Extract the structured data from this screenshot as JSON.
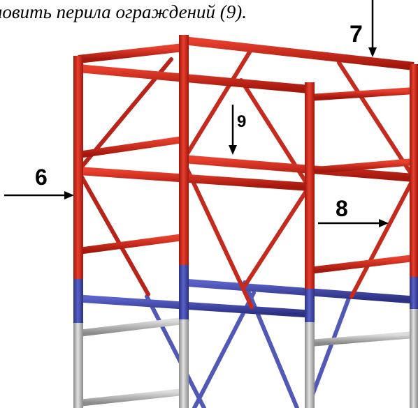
{
  "caption": "новить перила ограждений (9).",
  "callouts": {
    "c6": "6",
    "c7": "7",
    "c8": "8",
    "c9": "9"
  },
  "colors": {
    "red_frame": "#d42a1a",
    "red_dark": "#a3170d",
    "blue_frame": "#4148a8",
    "gray_frame": "#b8b8b8",
    "arrow": "#000000"
  }
}
